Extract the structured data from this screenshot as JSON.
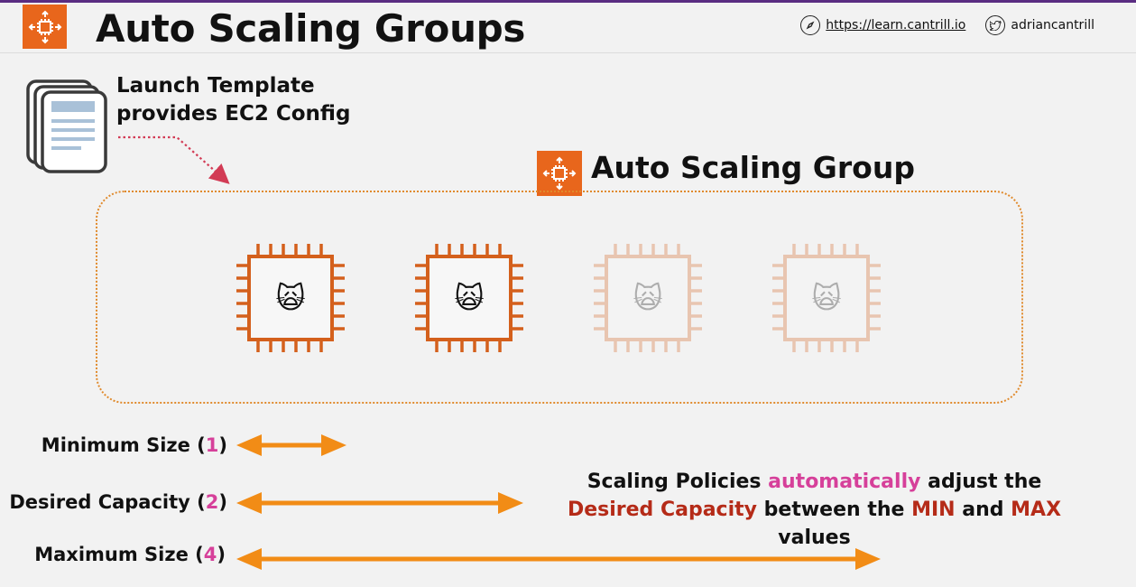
{
  "header": {
    "title": "Auto Scaling Groups",
    "website": "https://learn.cantrill.io",
    "twitter": "adriancantrill",
    "accent_color": "#e8661c",
    "top_line_color": "#5a2d82"
  },
  "launch_template": {
    "line1": "Launch Template",
    "line2": "provides EC2 Config"
  },
  "group": {
    "label": "Auto Scaling Group",
    "border_color": "#e08a2c"
  },
  "instances": [
    {
      "state": "active",
      "emoji": "🙀"
    },
    {
      "state": "active",
      "emoji": "🙀"
    },
    {
      "state": "inactive",
      "emoji": "🙀"
    },
    {
      "state": "inactive",
      "emoji": "🙀"
    }
  ],
  "sizes": {
    "minimum": {
      "label": "Minimum Size (",
      "value": "1",
      "close": ")"
    },
    "desired": {
      "label": "Desired Capacity (",
      "value": "2",
      "close": ")"
    },
    "maximum": {
      "label": "Maximum Size (",
      "value": "4",
      "close": ")"
    },
    "arrow_color": "#f28c16"
  },
  "policy": {
    "t1": "Scaling Policies ",
    "t2": "automatically",
    "t3": " adjust the ",
    "t4": "Desired Capacity",
    "t5": " between the ",
    "t6": "MIN",
    "t7": " and ",
    "t8": "MAX",
    "t9": " values"
  }
}
